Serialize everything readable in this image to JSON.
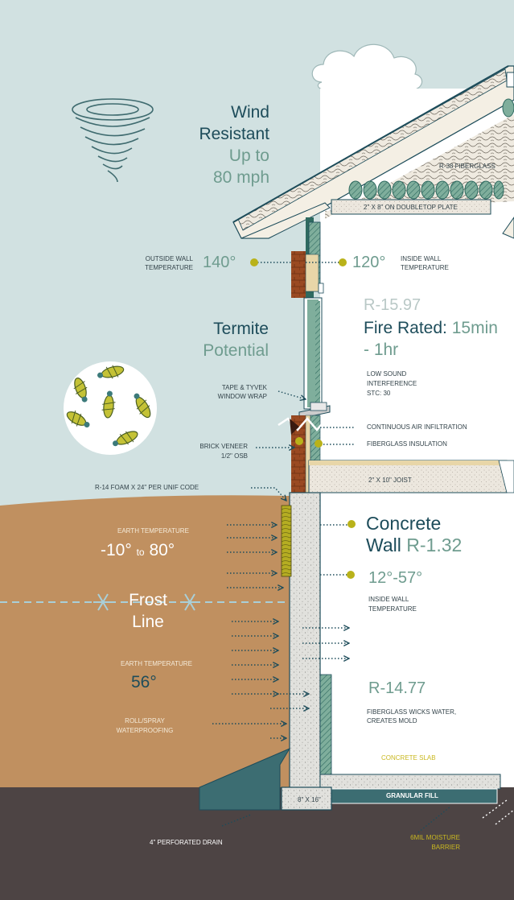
{
  "wind": {
    "line1": "Wind",
    "line2": "Resistant",
    "line3": "Up to",
    "line4": "80 mph"
  },
  "attic": {
    "insulation_label": "R-38 FIBERGLASS",
    "plate_label": "2\" X 8\" ON DOUBLETOP PLATE"
  },
  "outside_temp": {
    "label_line1": "OUTSIDE WALL",
    "label_line2": "TEMPERATURE",
    "value": "140°"
  },
  "inside_temp_upper": {
    "value": "120°",
    "label_line1": "INSIDE WALL",
    "label_line2": "TEMPERATURE"
  },
  "upper_wall": {
    "r_value": "R-15.97",
    "fire_rated_label": "Fire Rated:",
    "fire_rated_value": "15min",
    "fire_rated_value_line2": "- 1hr",
    "sound_line1": "LOW SOUND",
    "sound_line2": "INTERFERENCE",
    "sound_line3": "STC: 30"
  },
  "termite": {
    "line1": "Termite",
    "line2": "Potential"
  },
  "window_wrap": {
    "line1": "TAPE & TYVEK",
    "line2": "WINDOW WRAP"
  },
  "brick": {
    "line1": "BRICK VENEER",
    "line2": "1/2\" OSB"
  },
  "air_infiltration": "CONTINUOUS AIR INFILTRATION",
  "fiberglass_insulation": "FIBERGLASS INSULATION",
  "joist_label": "2\" X 10\" JOIST",
  "foam_label": "R-14 FOAM X 24\" PER UNIF CODE",
  "earth_temp_top": {
    "label": "EARTH TEMPERATURE",
    "value_from": "-10°",
    "to_word": "to",
    "value_to": "80°"
  },
  "concrete_wall": {
    "line1": "Concrete",
    "line2_word": "Wall",
    "r_value": "R-1.32"
  },
  "frost": {
    "line1": "Frost",
    "line2": "Line"
  },
  "inside_temp_lower": {
    "value": "12°-57°",
    "label_line1": "INSIDE WALL",
    "label_line2": "TEMPERATURE"
  },
  "earth_temp_bottom": {
    "label": "EARTH TEMPERATURE",
    "value": "56°"
  },
  "basement": {
    "r_value": "R-14.77",
    "note_line1": "FIBERGLASS WICKS WATER,",
    "note_line2": "CREATES MOLD"
  },
  "waterproofing": {
    "line1": "ROLL/SPRAY",
    "line2": "WATERPROOFING"
  },
  "concrete_slab": "CONCRETE SLAB",
  "footing": "8\" X 16\"",
  "granular_fill": "GRANULAR FILL",
  "drain": "4\" PERFORATED DRAIN",
  "moisture_barrier": {
    "line1": "6MIL MOISTURE",
    "line2": "BARRIER"
  },
  "colors": {
    "sky": "#d1e1e1",
    "earth": "#c09060",
    "ground": "#4d4444",
    "teal": "#1d4c5a",
    "sage": "#6f9c8f",
    "accent": "#b9b21a",
    "concrete": "#e1e1dd",
    "footing_teal": "#3c6d72"
  }
}
